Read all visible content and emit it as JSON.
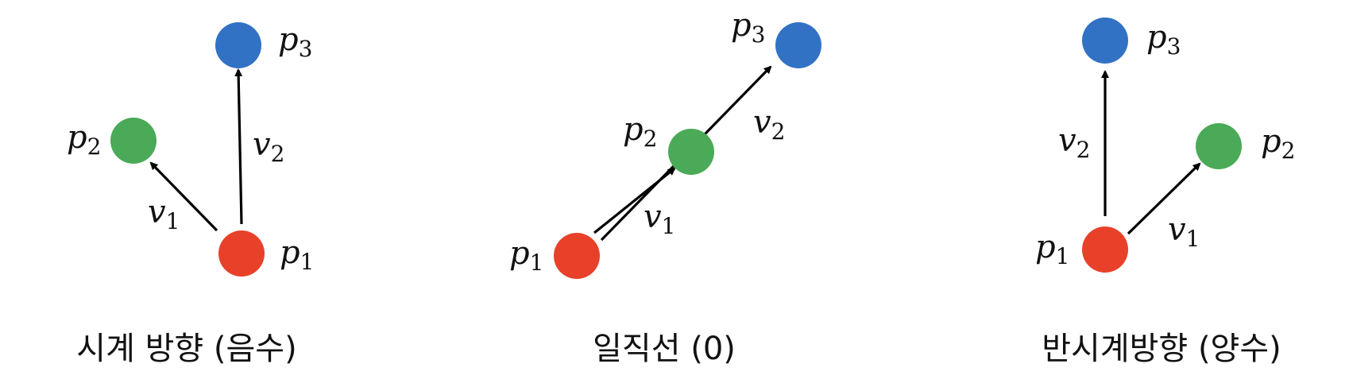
{
  "colors": {
    "p1": "#e8412a",
    "p2": "#4aaa57",
    "p3": "#3272c4",
    "arrow": "#000000"
  },
  "panels": [
    {
      "caption": "시계 방향 (음수)",
      "points": {
        "p1": {
          "base": "p",
          "sub": "1"
        },
        "p2": {
          "base": "p",
          "sub": "2"
        },
        "p3": {
          "base": "p",
          "sub": "3"
        }
      },
      "vectors": {
        "v1": {
          "base": "v",
          "sub": "1"
        },
        "v2": {
          "base": "v",
          "sub": "2"
        }
      }
    },
    {
      "caption": "일직선 (0)",
      "points": {
        "p1": {
          "base": "p",
          "sub": "1"
        },
        "p2": {
          "base": "p",
          "sub": "2"
        },
        "p3": {
          "base": "p",
          "sub": "3"
        }
      },
      "vectors": {
        "v1": {
          "base": "v",
          "sub": "1"
        },
        "v2": {
          "base": "v",
          "sub": "2"
        }
      }
    },
    {
      "caption": "반시계방향 (양수)",
      "points": {
        "p1": {
          "base": "p",
          "sub": "1"
        },
        "p2": {
          "base": "p",
          "sub": "2"
        },
        "p3": {
          "base": "p",
          "sub": "3"
        }
      },
      "vectors": {
        "v1": {
          "base": "v",
          "sub": "1"
        },
        "v2": {
          "base": "v",
          "sub": "2"
        }
      }
    }
  ]
}
